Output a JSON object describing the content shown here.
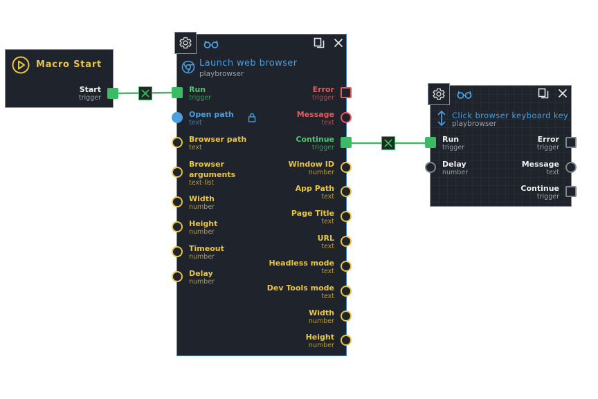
{
  "macro_start": {
    "title": "Macro Start",
    "outputs": [
      {
        "label": "Start",
        "type": "trigger"
      }
    ]
  },
  "launch": {
    "title": "Launch web browser",
    "subtitle": "playbrowser",
    "inputs": [
      {
        "label": "Run",
        "type": "trigger"
      },
      {
        "label": "Open path",
        "type": "text"
      },
      {
        "label": "Browser path",
        "type": "text"
      },
      {
        "label": "Browser",
        "label2": "arguments",
        "type": "text-list"
      },
      {
        "label": "Width",
        "type": "number"
      },
      {
        "label": "Height",
        "type": "number"
      },
      {
        "label": "Timeout",
        "type": "number"
      },
      {
        "label": "Delay",
        "type": "number"
      }
    ],
    "outputs": [
      {
        "label": "Error",
        "type": "trigger"
      },
      {
        "label": "Message",
        "type": "text"
      },
      {
        "label": "Continue",
        "type": "trigger"
      },
      {
        "label": "Window ID",
        "type": "number"
      },
      {
        "label": "App Path",
        "type": "text"
      },
      {
        "label": "Page Title",
        "type": "text"
      },
      {
        "label": "URL",
        "type": "text"
      },
      {
        "label": "Headless mode",
        "type": "text"
      },
      {
        "label": "Dev Tools mode",
        "type": "text"
      },
      {
        "label": "Width",
        "type": "number"
      },
      {
        "label": "Height",
        "type": "number"
      }
    ]
  },
  "click": {
    "title": "Click browser keyboard key",
    "subtitle": "playbrowser",
    "inputs": [
      {
        "label": "Run",
        "type": "trigger"
      },
      {
        "label": "Delay",
        "type": "number"
      }
    ],
    "outputs": [
      {
        "label": "Error",
        "type": "trigger"
      },
      {
        "label": "Message",
        "type": "text"
      },
      {
        "label": "Continue",
        "type": "trigger"
      }
    ]
  },
  "icons": {
    "macro_start": "play-circle-icon",
    "settings": "gear-icon",
    "preview": "glasses-icon",
    "duplicate": "copy-icon",
    "close": "close-icon",
    "launch_title": "chrome-icon",
    "click_title": "up-down-arrow-icon",
    "lock": "lock-icon",
    "disconnect": "x-box-icon"
  },
  "colors": {
    "node_bg": "#1f232b",
    "trigger": "#4cc76e",
    "value": "#e8c547",
    "error": "#e85a5a",
    "selected": "#4a9fe0",
    "accent_blue": "#3d7fc4"
  }
}
